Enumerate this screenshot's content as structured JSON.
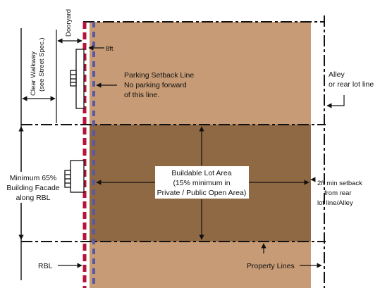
{
  "colors": {
    "lot_light": "#c79b75",
    "lot_dark": "#8f6844",
    "rbl_line": "#b5143a",
    "setback_line": "#5a57a4",
    "ink": "#111111"
  },
  "labels": {
    "dooryard": "Dooryard",
    "clear_walkway_1": "Clear Walkway",
    "clear_walkway_2": "(see Street Spec.)",
    "eight_ft": "8ft",
    "parking_setback_1": "Parking Setback Line",
    "parking_setback_2": "No parking forward",
    "parking_setback_3": "of this line.",
    "alley_1": "Alley",
    "alley_2": "or rear lot line",
    "min_facade_1": "Minimum 65%",
    "min_facade_2": "Building Facade",
    "min_facade_3": "along RBL",
    "buildable_1": "Buildable Lot Area",
    "buildable_2": "(15% minimum in",
    "buildable_3": "Private / Public Open Area)",
    "rear_setback_1": "2ft min setback",
    "rear_setback_2": "from rear",
    "rear_setback_3": "lot line/Alley",
    "rbl": "RBL",
    "property_lines": "Property Lines"
  }
}
